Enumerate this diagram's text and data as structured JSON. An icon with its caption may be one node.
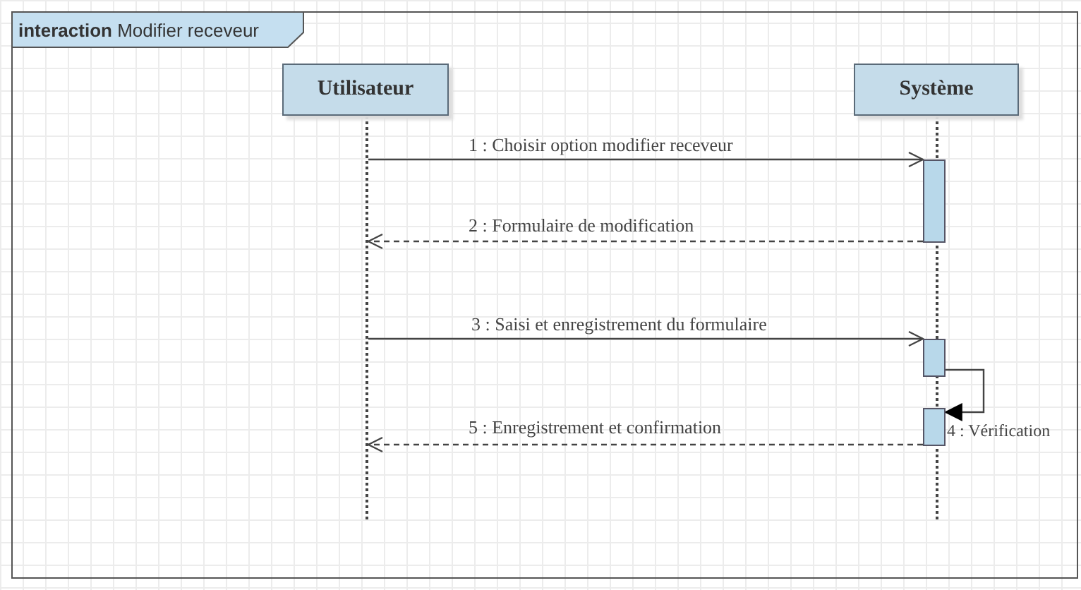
{
  "diagram": {
    "nodes": [
      {
        "text": [
          "**interaction** Modifier receveur"
        ]
      },
      {
        "text": [
          "Utilisateur"
        ],
        "in": 0
      },
      {
        "text": [
          "Système"
        ],
        "in": 0
      },
      {
        "text": [],
        "shape": "line",
        "in": 0
      },
      {
        "text": [],
        "shape": "line",
        "in": 0
      },
      {
        "text": [],
        "shape": "bar",
        "in": 0
      },
      {
        "text": [],
        "shape": "bar",
        "in": 0
      },
      {
        "text": [],
        "shape": "bar",
        "in": 0
      }
    ],
    "edges": [
      {
        "from": 3,
        "to": 5,
        "arrow": "to",
        "label": "1 : Choisir option modifier receveur"
      },
      {
        "from": 5,
        "to": 3,
        "arrow": "to",
        "style": "dashed",
        "label": "2 : Formulaire de modification"
      },
      {
        "from": 3,
        "to": 6,
        "arrow": "to",
        "label": "3 : Saisi et enregistrement du formulaire"
      },
      {
        "from": 6,
        "to": 7,
        "arrow": "to",
        "label": "4 : Vérification"
      },
      {
        "from": 7,
        "to": 3,
        "arrow": "to",
        "style": "dashed",
        "label": "5 : Enregistrement et confirmation"
      }
    ]
  }
}
